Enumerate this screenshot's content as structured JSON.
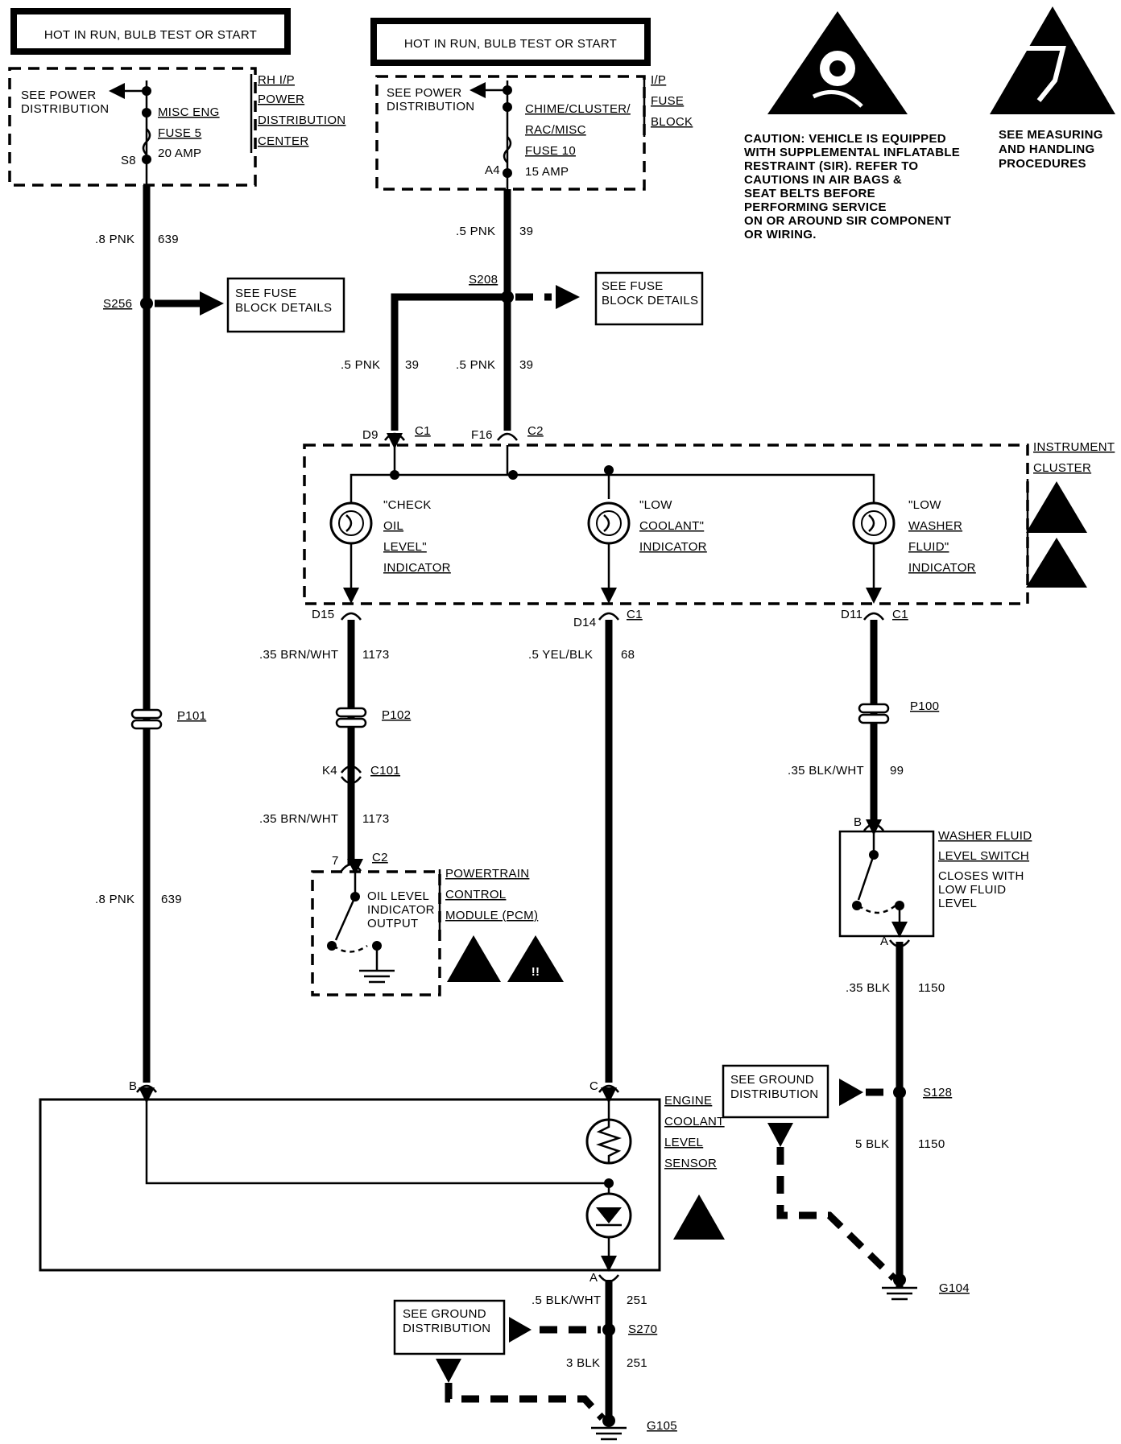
{
  "power_boxes": {
    "left_header": "HOT IN RUN, BULB TEST OR START",
    "right_header": "HOT IN RUN, BULB TEST OR START",
    "left_see_power": [
      "SEE POWER",
      "DISTRIBUTION"
    ],
    "right_see_power": [
      "SEE POWER",
      "DISTRIBUTION"
    ],
    "left_fuse_lines": [
      "MISC ENG",
      "FUSE 5",
      "20 AMP"
    ],
    "right_fuse_lines": [
      "CHIME/CLUSTER/",
      "RAC/MISC",
      "FUSE 10",
      "15 AMP"
    ],
    "left_pin": "S8",
    "right_pin": "A4",
    "left_panel_name": [
      "RH I/P",
      "POWER",
      "DISTRIBUTION",
      "CENTER"
    ],
    "right_panel_name": [
      "I/P",
      "FUSE",
      "BLOCK"
    ]
  },
  "warnings": {
    "sir_caution": [
      "CAUTION: VEHICLE IS EQUIPPED",
      "WITH SUPPLEMENTAL INFLATABLE",
      "RESTRAINT (SIR). REFER TO",
      "CAUTIONS IN AIR BAGS &",
      "SEAT BELTS BEFORE",
      "PERFORMING SERVICE",
      "ON OR AROUND SIR COMPONENT",
      "OR WIRING."
    ],
    "esd_note": [
      "SEE MEASURING",
      "AND HANDLING",
      "PROCEDURES"
    ]
  },
  "wires": {
    "w639_top": {
      "gauge": ".8 PNK",
      "circuit": "639"
    },
    "w639_bottom": {
      "gauge": ".8 PNK",
      "circuit": "639"
    },
    "w39_top": {
      "gauge": ".5 PNK",
      "circuit": "39"
    },
    "w39_left": {
      "gauge": ".5 PNK",
      "circuit": "39"
    },
    "w39_right": {
      "gauge": ".5 PNK",
      "circuit": "39"
    },
    "w1173_top": {
      "gauge": ".35 BRN/WHT",
      "circuit": "1173"
    },
    "w1173_bottom": {
      "gauge": ".35 BRN/WHT",
      "circuit": "1173"
    },
    "w68": {
      "gauge": ".5 YEL/BLK",
      "circuit": "68"
    },
    "w99": {
      "gauge": ".35 BLK/WHT",
      "circuit": "99"
    },
    "w1150_top": {
      "gauge": ".35 BLK",
      "circuit": "1150"
    },
    "w1150_bottom": {
      "gauge": "5 BLK",
      "circuit": "1150"
    },
    "w251_top": {
      "gauge": ".5 BLK/WHT",
      "circuit": "251"
    },
    "w251_bottom": {
      "gauge": "3 BLK",
      "circuit": "251"
    }
  },
  "splices": {
    "s256": "S256",
    "s208": "S208",
    "s128": "S128",
    "s270": "S270"
  },
  "refs": {
    "fuse_block_details_left": [
      "SEE FUSE",
      "BLOCK DETAILS"
    ],
    "fuse_block_details_right": [
      "SEE FUSE",
      "BLOCK DETAILS"
    ],
    "ground_dist_upper": [
      "SEE GROUND",
      "DISTRIBUTION"
    ],
    "ground_dist_lower": [
      "SEE GROUND",
      "DISTRIBUTION"
    ]
  },
  "connectors": {
    "d9": "D9",
    "c1_top": "C1",
    "f16": "F16",
    "c2_top": "C2",
    "d15": "D15",
    "d14": "D14",
    "c1_mid": "C1",
    "d11": "D11",
    "c1_right": "C1",
    "p101": "P101",
    "p102": "P102",
    "p100": "P100",
    "k4": "K4",
    "c101": "C101",
    "pin7": "7",
    "c2_pcm": "C2",
    "b_switch": "B",
    "a_switch": "A",
    "b_sensor": "B",
    "c_sensor": "C",
    "a_sensor": "A"
  },
  "cluster": {
    "name": [
      "INSTRUMENT",
      "CLUSTER"
    ],
    "oil": [
      "\"CHECK",
      "OIL",
      "LEVEL\"",
      "INDICATOR"
    ],
    "coolant": [
      "\"LOW",
      "COOLANT\"",
      "INDICATOR"
    ],
    "washer": [
      "\"LOW",
      "WASHER",
      "FLUID\"",
      "INDICATOR"
    ]
  },
  "pcm": {
    "name": [
      "POWERTRAIN",
      "CONTROL",
      "MODULE (PCM)"
    ],
    "output": [
      "OIL LEVEL",
      "INDICATOR",
      "OUTPUT"
    ],
    "mark": "!!"
  },
  "washer_switch": {
    "name": [
      "WASHER FLUID",
      "LEVEL SWITCH"
    ],
    "note": [
      "CLOSES WITH",
      "LOW FLUID",
      "LEVEL"
    ]
  },
  "sensor": {
    "name": [
      "ENGINE",
      "COOLANT",
      "LEVEL",
      "SENSOR"
    ]
  },
  "grounds": {
    "g104": "G104",
    "g105": "G105"
  }
}
